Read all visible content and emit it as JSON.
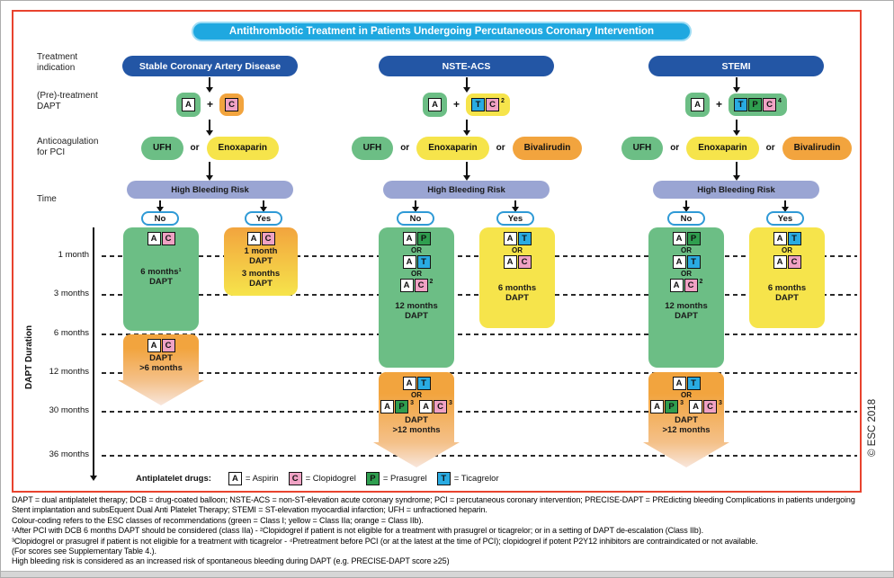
{
  "title": "Antithrombotic Treatment in Patients Undergoing Percutaneous Coronary Intervention",
  "copyright": "© ESC 2018",
  "row_labels": {
    "treatment_indication": [
      "Treatment",
      "indication"
    ],
    "pretreatment": [
      "(Pre)-treatment",
      "DAPT"
    ],
    "anticoagulation": [
      "Anticoagulation",
      "for PCI"
    ],
    "time": "Time",
    "dapt_duration": "DAPT Duration"
  },
  "timeline": {
    "axis_labels": [
      "1 month",
      "3 months",
      "6 months",
      "12 months",
      "30 months",
      "36 months"
    ]
  },
  "columns": [
    {
      "header": "Stable Coronary Artery Disease",
      "pretreat": {
        "aspirin": "A",
        "plus": "+",
        "rows": [
          {
            "groups": [
              {
                "chips": [
                  "C"
                ]
              }
            ]
          }
        ]
      },
      "anticoag": {
        "or": "or",
        "options": [
          "UFH",
          "Enoxaparin"
        ]
      },
      "hbr": "High Bleeding Risk",
      "no_label": "No",
      "yes_label": "Yes",
      "no_box": {
        "rows": [
          {
            "groups": [
              {
                "chips": [
                  "A",
                  "C"
                ]
              }
            ]
          }
        ],
        "lines": [
          "6 months¹",
          "DAPT"
        ]
      },
      "yes_box": {
        "rows": [
          {
            "groups": [
              {
                "chips": [
                  "A",
                  "C"
                ]
              }
            ]
          }
        ],
        "lines": [
          "1 month",
          "DAPT",
          "3 months",
          "DAPT"
        ]
      },
      "ext_box": {
        "rows": [
          {
            "groups": [
              {
                "chips": [
                  "A",
                  "C"
                ]
              }
            ]
          }
        ],
        "lines": [
          "DAPT",
          ">6 months"
        ]
      }
    },
    {
      "header": "NSTE-ACS",
      "pretreat": {
        "aspirin": "A",
        "plus": "+",
        "rows": [
          {
            "groups": [
              {
                "chips": [
                  "T",
                  "C"
                ],
                "sup": "2"
              }
            ]
          }
        ]
      },
      "anticoag": {
        "or": "or",
        "options": [
          "UFH",
          "Enoxaparin",
          "Bivalirudin"
        ]
      },
      "hbr": "High Bleeding Risk",
      "no_label": "No",
      "yes_label": "Yes",
      "no_box": {
        "rows": [
          {
            "groups": [
              {
                "chips": [
                  "A",
                  "P"
                ]
              }
            ]
          },
          {
            "or": "OR"
          },
          {
            "groups": [
              {
                "chips": [
                  "A",
                  "T"
                ]
              }
            ]
          },
          {
            "or": "OR"
          },
          {
            "groups": [
              {
                "chips": [
                  "A",
                  "C"
                ],
                "sup": "2"
              }
            ]
          }
        ],
        "lines": [
          "12 months",
          "DAPT"
        ]
      },
      "yes_box": {
        "rows": [
          {
            "groups": [
              {
                "chips": [
                  "A",
                  "T"
                ]
              }
            ]
          },
          {
            "or": "OR"
          },
          {
            "groups": [
              {
                "chips": [
                  "A",
                  "C"
                ]
              }
            ]
          }
        ],
        "lines": [
          "6 months",
          "DAPT"
        ]
      },
      "ext_box": {
        "rows": [
          {
            "groups": [
              {
                "chips": [
                  "A",
                  "T"
                ]
              }
            ]
          },
          {
            "or": "OR"
          },
          {
            "groups": [
              {
                "chips": [
                  "A",
                  "P"
                ],
                "sup": "3"
              },
              {
                "chips": [
                  "A",
                  "C"
                ],
                "sup": "3"
              }
            ]
          }
        ],
        "lines": [
          "DAPT",
          ">12 months"
        ]
      }
    },
    {
      "header": "STEMI",
      "pretreat": {
        "aspirin": "A",
        "plus": "+",
        "rows": [
          {
            "groups": [
              {
                "chips": [
                  "T",
                  "P",
                  "C"
                ],
                "sup": "4"
              }
            ]
          }
        ]
      },
      "anticoag": {
        "or": "or",
        "options": [
          "UFH",
          "Enoxaparin",
          "Bivalirudin"
        ]
      },
      "hbr": "High Bleeding Risk",
      "no_label": "No",
      "yes_label": "Yes",
      "no_box": {
        "rows": [
          {
            "groups": [
              {
                "chips": [
                  "A",
                  "P"
                ]
              }
            ]
          },
          {
            "or": "OR"
          },
          {
            "groups": [
              {
                "chips": [
                  "A",
                  "T"
                ]
              }
            ]
          },
          {
            "or": "OR"
          },
          {
            "groups": [
              {
                "chips": [
                  "A",
                  "C"
                ],
                "sup": "2"
              }
            ]
          }
        ],
        "lines": [
          "12 months",
          "DAPT"
        ]
      },
      "yes_box": {
        "rows": [
          {
            "groups": [
              {
                "chips": [
                  "A",
                  "T"
                ]
              }
            ]
          },
          {
            "or": "OR"
          },
          {
            "groups": [
              {
                "chips": [
                  "A",
                  "C"
                ]
              }
            ]
          }
        ],
        "lines": [
          "6 months",
          "DAPT"
        ]
      },
      "ext_box": {
        "rows": [
          {
            "groups": [
              {
                "chips": [
                  "A",
                  "T"
                ]
              }
            ]
          },
          {
            "or": "OR"
          },
          {
            "groups": [
              {
                "chips": [
                  "A",
                  "P"
                ],
                "sup": "3"
              },
              {
                "chips": [
                  "A",
                  "C"
                ],
                "sup": "3"
              }
            ]
          }
        ],
        "lines": [
          "DAPT",
          ">12 months"
        ]
      }
    }
  ],
  "legend": {
    "label": "Antiplatelet drugs:",
    "items": [
      {
        "letter": "A",
        "name": "= Aspirin"
      },
      {
        "letter": "C",
        "name": "= Clopidogrel"
      },
      {
        "letter": "P",
        "name": "= Prasugrel"
      },
      {
        "letter": "T",
        "name": "= Ticagrelor"
      }
    ]
  },
  "footnotes": [
    "DAPT = dual antiplatelet therapy; DCB = drug-coated balloon; NSTE-ACS = non-ST-elevation acute coronary syndrome; PCI = percutaneous coronary intervention; PRECISE-DAPT = PREdicting bleeding Complications in patients undergoing",
    "Stent implantation and subsEquent Dual Anti Platelet Therapy; STEMI = ST-elevation myocardial infarction; UFH = unfractioned heparin.",
    "Colour-coding refers to the ESC classes of recommendations (green = Class I; yellow = Class IIa; orange = Class IIb).",
    "¹After PCI with DCB 6 months DAPT should be considered (class IIa) - ²Clopidogrel if patient is not eligible for a treatment with prasugrel or ticagrelor; or in a setting of DAPT de-escalation (Class IIb).",
    "³Clopidogrel or prasugrel if patient is not eligible for a treatment with ticagrelor - ⁴Pretreatment before PCI (or at the latest at the time of PCI); clopidogrel if potent P2Y12 inhibitors are contraindicated or not available.",
    "(For scores see Supplementary Table 4.).",
    "High bleeding risk is considered as an increased risk of spontaneous bleeding during DAPT (e.g. PRECISE-DAPT score ≥25)"
  ],
  "colors": {
    "frame_red": "#e8432e",
    "title_cyan": "#1fa8e0",
    "header_blue": "#2356a5",
    "class_green": "#6cbe85",
    "class_yellow": "#f6e44b",
    "class_orange": "#f2a43e",
    "hbr_lavender": "#9aa5d3",
    "chip_aspirin_white": "#ffffff",
    "chip_clopidogrel_pink": "#f0a2c4",
    "chip_prasugrel_green": "#2f9e4f",
    "chip_ticagrelor_blue": "#29abe2"
  }
}
